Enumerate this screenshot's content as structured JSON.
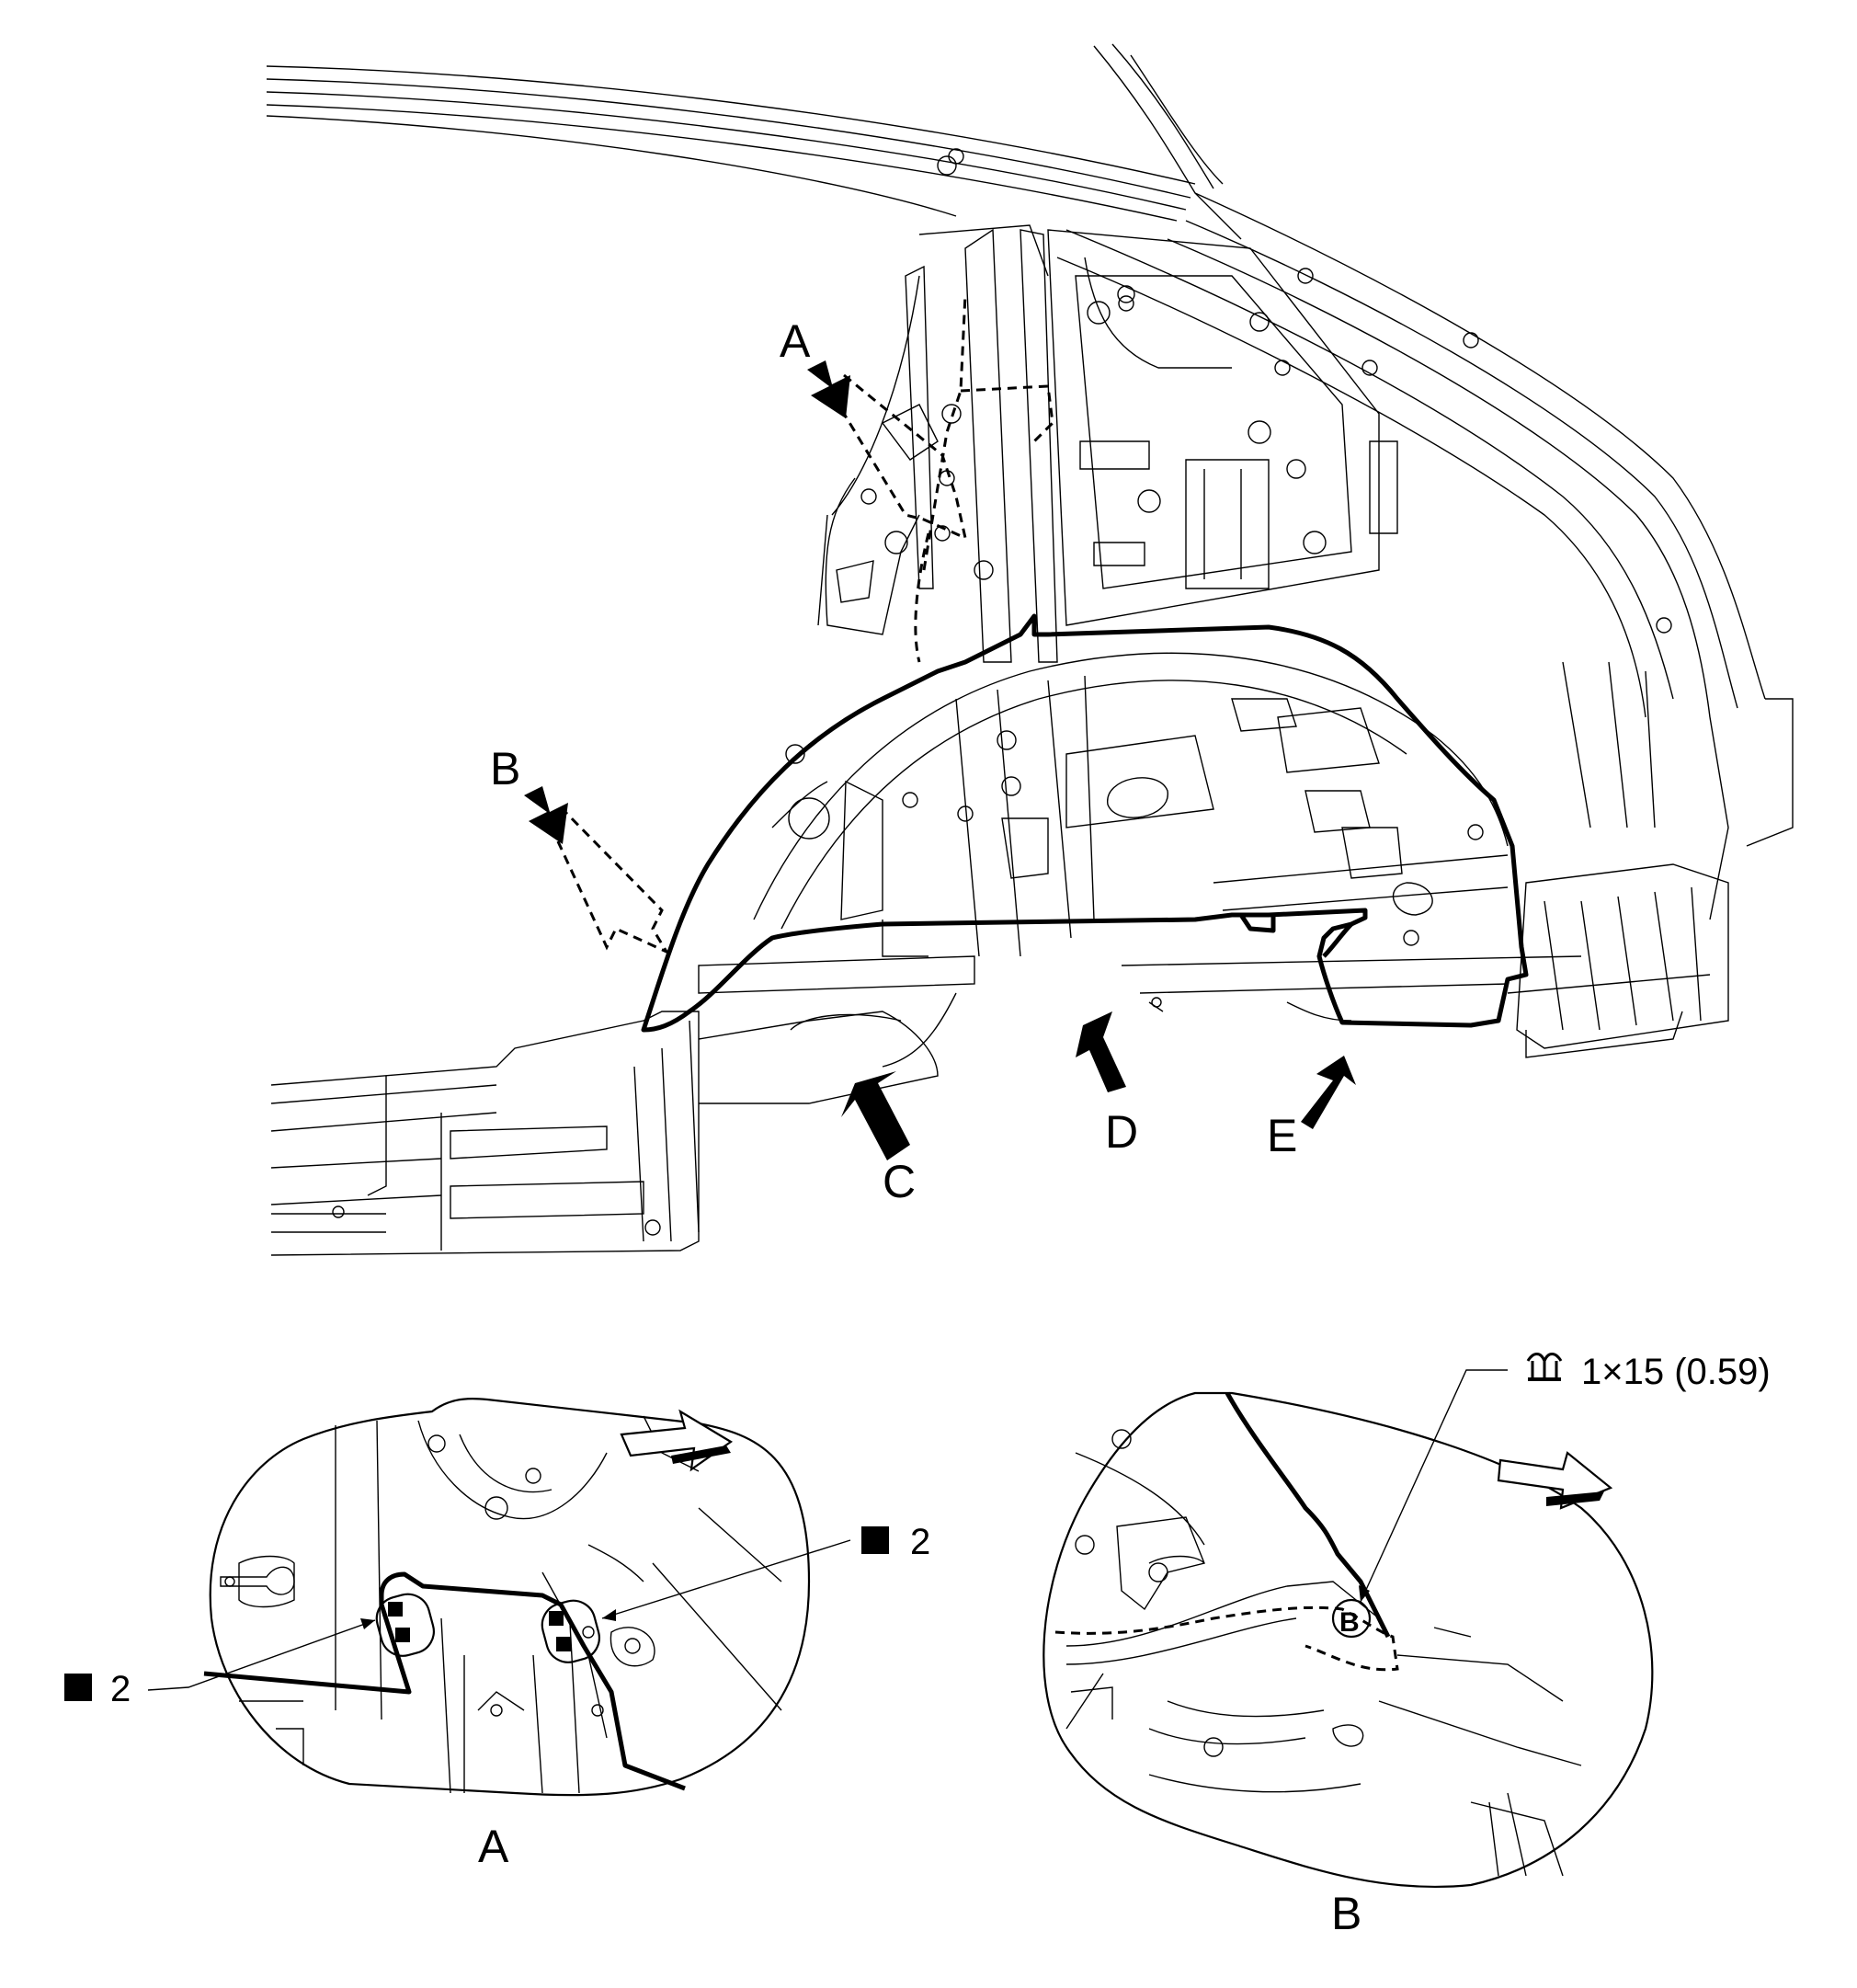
{
  "main_view": {
    "callouts": {
      "a": "A",
      "b": "B",
      "c": "C",
      "d": "D",
      "e": "E"
    }
  },
  "detail_a": {
    "caption": "A",
    "weld_left_count": "2",
    "weld_right_count": "2"
  },
  "detail_b": {
    "caption": "B",
    "brazing_spec": "1×15 (0.59)"
  },
  "icons": {
    "weld_point": "filled-square-icon",
    "brazing": "brazing-symbol-icon",
    "view_direction": "block-arrow-icon"
  }
}
